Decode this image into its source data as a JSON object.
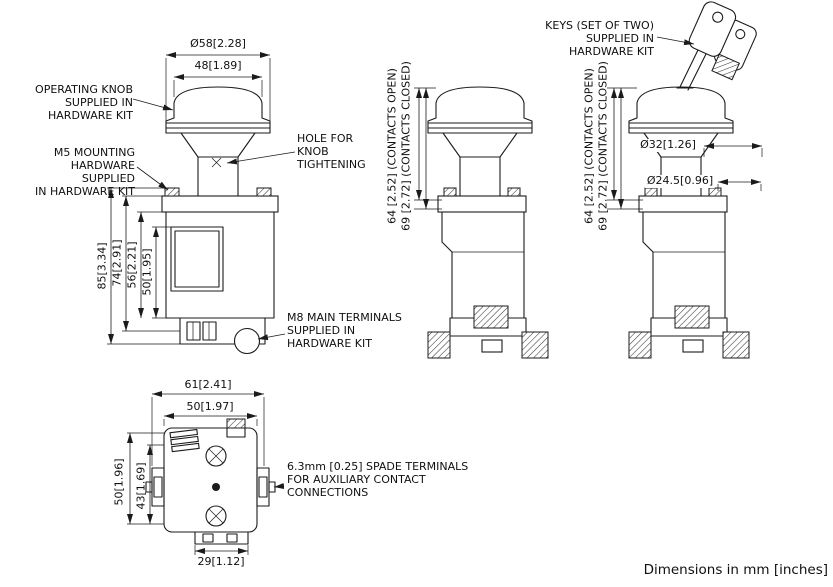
{
  "page": {
    "footer_note": "Dimensions in mm [inches]"
  },
  "front_view": {
    "dim_knob_outer": "Ø58[2.28]",
    "dim_knob_top": "48[1.89]",
    "label_operating_knob": "OPERATING KNOB\nSUPPLIED IN\nHARDWARE KIT",
    "label_hole": "HOLE FOR\nKNOB\nTIGHTENING",
    "label_m5": "M5 MOUNTING\nHARDWARE SUPPLIED\nIN HARDWARE KIT",
    "label_m8": "M8 MAIN TERMINALS\nSUPPLIED IN\nHARDWARE KIT",
    "dim_h_85": "85[3.34]",
    "dim_h_74": "74[2.91]",
    "dim_h_56": "56[2.21]",
    "dim_h_50": "50[1.95]"
  },
  "side_view": {
    "dim_open": "64 [2.52] (CONTACTS OPEN)",
    "dim_closed": "69 [2.72] (CONTACTS CLOSED)"
  },
  "key_view": {
    "label_keys": "KEYS (SET OF TWO)\nSUPPLIED IN\nHARDWARE KIT",
    "dim_open": "64 [2.52] (CONTACTS OPEN)",
    "dim_closed": "69 [2.72] (CONTACTS CLOSED)",
    "dim_d32": "Ø32[1.26]",
    "dim_d245": "Ø24.5[0.96]"
  },
  "bottom_view": {
    "dim_w_61": "61[2.41]",
    "dim_w_50": "50[1.97]",
    "dim_h_50": "50[1.96]",
    "dim_h_43": "43[1.69]",
    "dim_w_29": "29[1.12]",
    "label_spade": "6.3mm [0.25] SPADE TERMINALS\nFOR AUXILIARY CONTACT\nCONNECTIONS"
  }
}
